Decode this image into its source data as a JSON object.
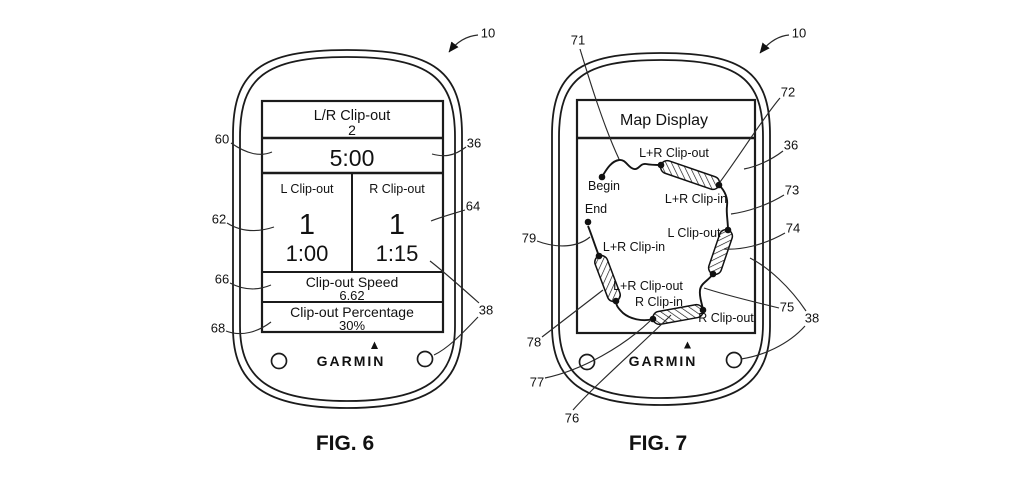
{
  "fig6": {
    "caption": "FIG. 6",
    "brand": "GARMIN",
    "screen": {
      "title": "L/R Clip-out",
      "count": "2",
      "duration": "5:00",
      "left": {
        "label": "L Clip-out",
        "count": "1",
        "time": "1:00"
      },
      "right": {
        "label": "R Clip-out",
        "count": "1",
        "time": "1:15"
      },
      "speed_label": "Clip-out Speed",
      "speed_value": "6.62",
      "pct_label": "Clip-out Percentage",
      "pct_value": "30%"
    },
    "refs": {
      "device": "10",
      "display": "36",
      "buttons": "38",
      "header": "60",
      "left_field": "62",
      "right_field": "64",
      "speed_row": "66",
      "pct_row": "68"
    }
  },
  "fig7": {
    "caption": "FIG. 7",
    "brand": "GARMIN",
    "screen": {
      "title": "Map Display"
    },
    "route": {
      "begin": "Begin",
      "end": "End",
      "seg_top_out": "L+R Clip-out",
      "seg_top_in": "L+R Clip-in",
      "seg_right_out": "L Clip-out",
      "seg_left_in": "L+R Clip-in",
      "seg_left_out": "L+R Clip-out",
      "seg_bottom_in": "R Clip-in",
      "seg_bottom_out": "R Clip-out"
    },
    "refs": {
      "device": "10",
      "display": "36",
      "buttons": "38",
      "route_begin": "71",
      "seg1": "72",
      "path_a": "73",
      "seg2": "74",
      "path_b": "75",
      "seg3": "76",
      "point": "77",
      "seg4": "78",
      "end_path": "79"
    }
  }
}
